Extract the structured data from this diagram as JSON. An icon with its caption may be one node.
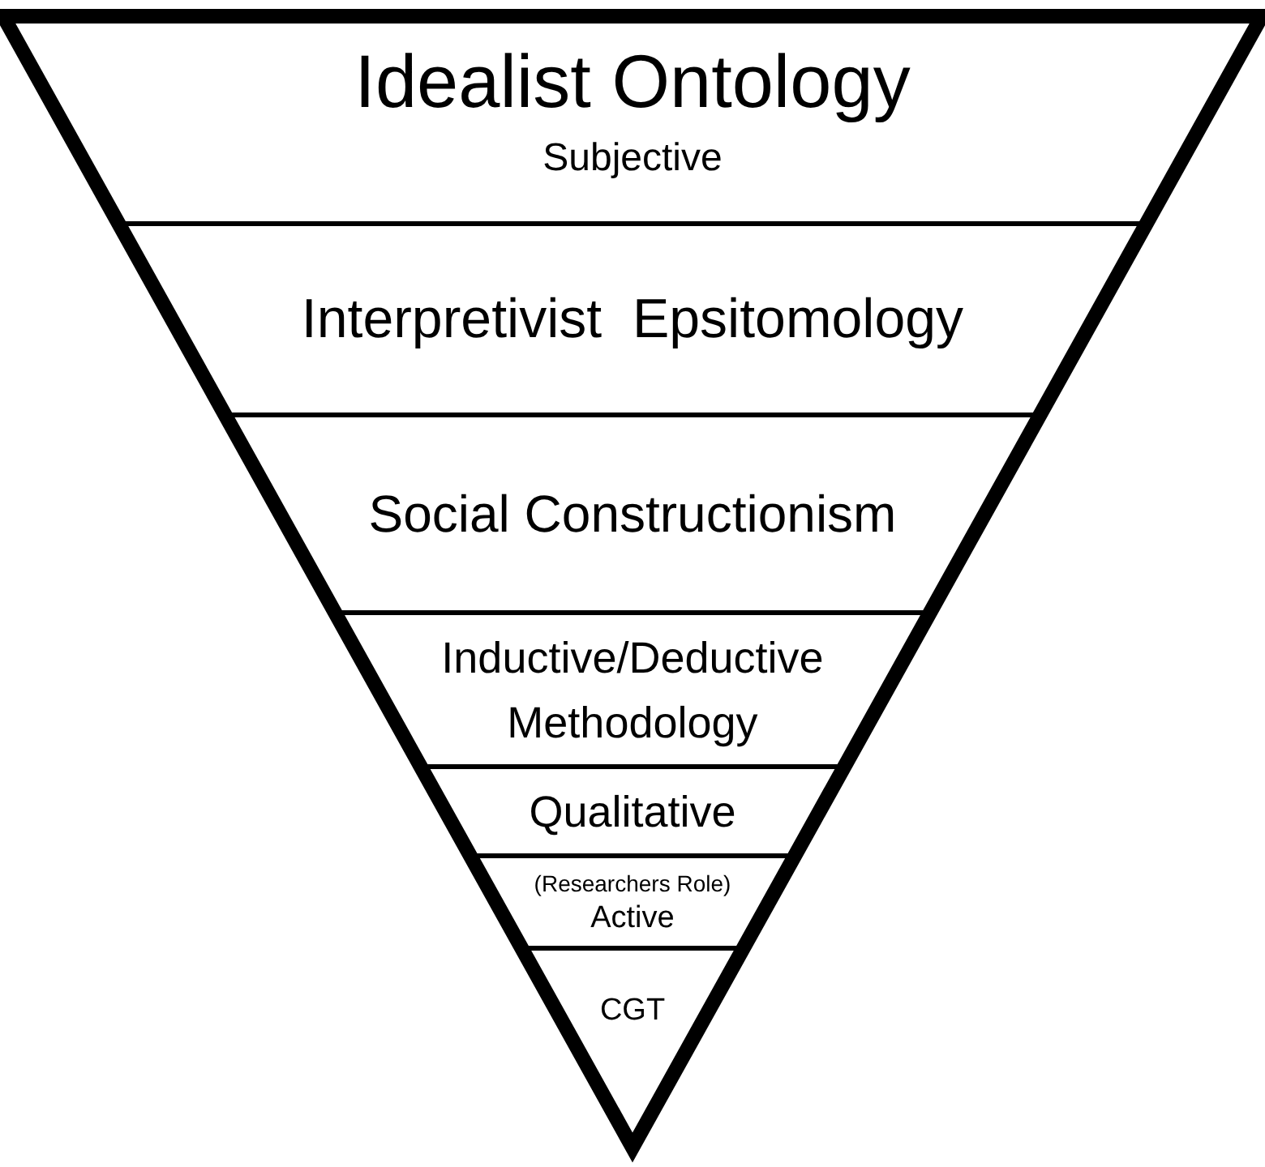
{
  "diagram": {
    "nodes": [
      {
        "text": [
          "Idealist Ontology",
          "Subjective"
        ]
      },
      {
        "text": [
          "Interpretivist  Epsitomology"
        ]
      },
      {
        "text": [
          "Social Constructionism"
        ]
      },
      {
        "text": [
          "Inductive/Deductive Methodology"
        ]
      },
      {
        "text": [
          "Qualitative"
        ]
      },
      {
        "text": [
          "(Researchers Role)",
          "Active"
        ]
      },
      {
        "text": [
          "CGT"
        ]
      }
    ]
  }
}
